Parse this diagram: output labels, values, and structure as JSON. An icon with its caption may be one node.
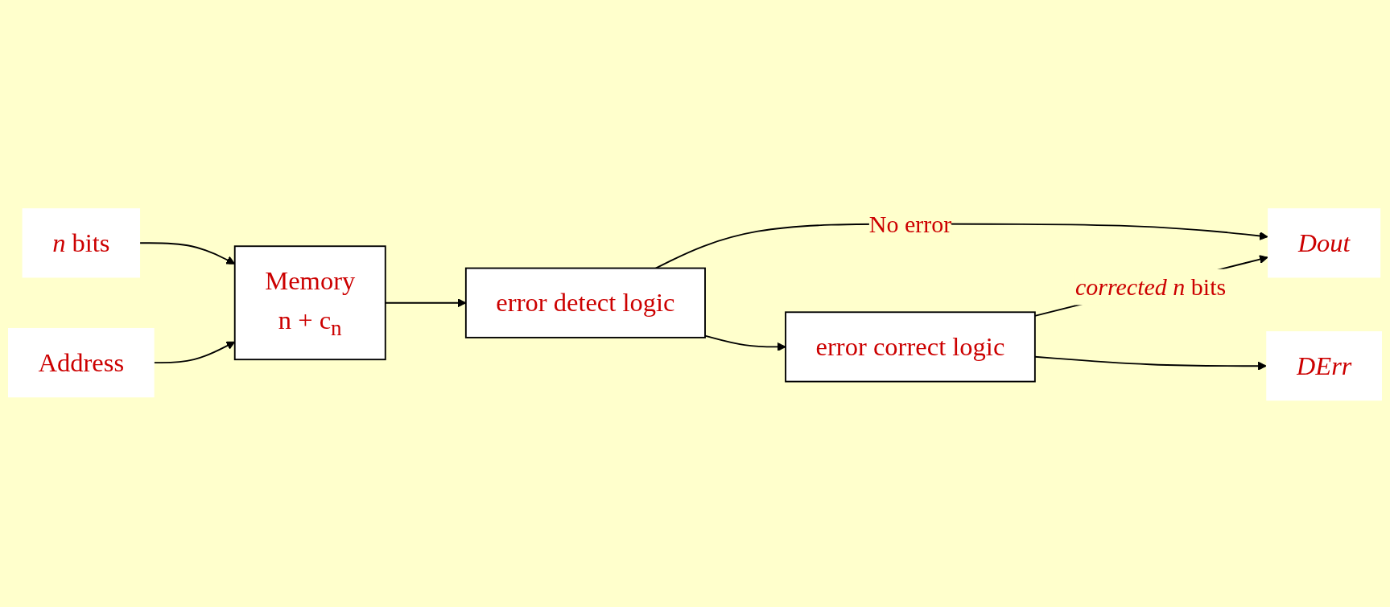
{
  "diagram": {
    "nodes": [
      {
        "text": [
          "Memory",
          "n + c$_{n}$"
        ]
      },
      {
        "text": [
          "*n* bits"
        ]
      },
      {
        "text": [
          "error detect logic"
        ]
      },
      {
        "text": [
          "error correct logic"
        ]
      },
      {
        "text": [
          "Dout"
        ]
      },
      {
        "text": [
          "DErr"
        ]
      },
      {
        "text": [
          "Address"
        ]
      }
    ],
    "edges": [
      {
        "from": 1,
        "to": 0,
        "arrow": "to"
      },
      {
        "from": 6,
        "to": 0,
        "arrow": "to"
      },
      {
        "from": 0,
        "to": 2,
        "arrow": "to"
      },
      {
        "from": 2,
        "to": 3,
        "arrow": "to"
      },
      {
        "from": 2,
        "to": 4,
        "arrow": "to",
        "label": "No error"
      },
      {
        "from": 3,
        "to": 4,
        "arrow": "to",
        "label": "*corrected n* bits"
      },
      {
        "from": 3,
        "to": 5,
        "arrow": "to"
      }
    ]
  }
}
